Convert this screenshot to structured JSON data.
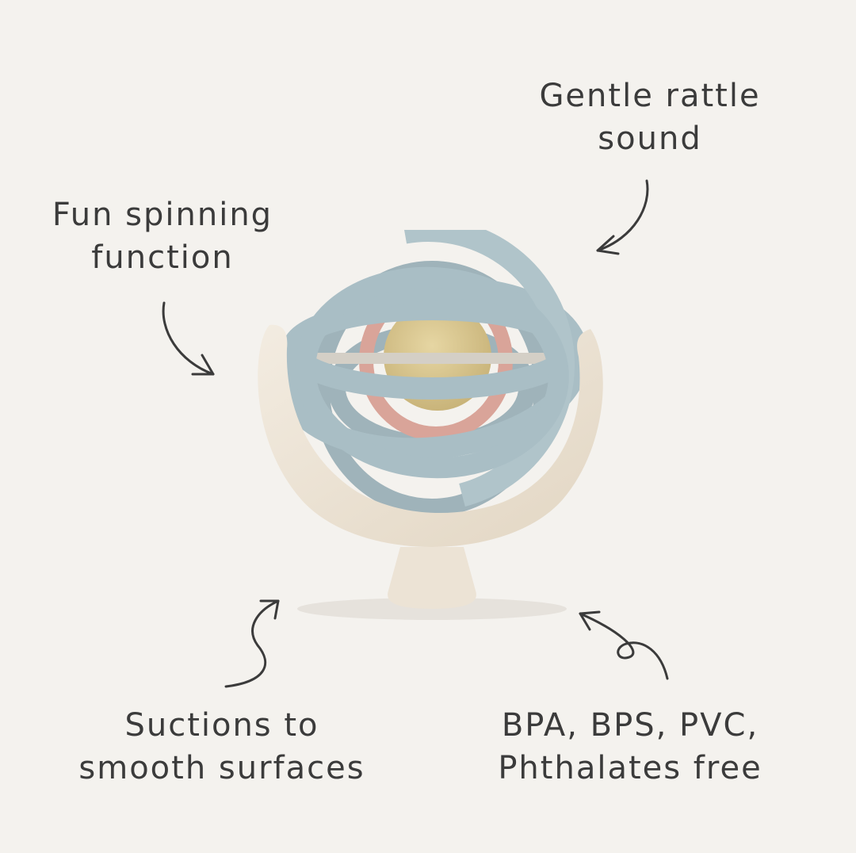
{
  "callouts": {
    "rattle": {
      "line1": "Gentle rattle",
      "line2": "sound"
    },
    "spinning": {
      "line1": "Fun spinning",
      "line2": "function"
    },
    "suction": {
      "line1": "Suctions to",
      "line2": "smooth surfaces"
    },
    "materials": {
      "line1": "BPA, BPS, PVC,",
      "line2": "Phthalates free"
    }
  },
  "colors": {
    "background": "#f4f2ee",
    "ink": "#3b3b3b",
    "ring_blue": "#a9bec5",
    "ring_pink": "#d9a499",
    "ball_yellow": "#d8c48d",
    "base_cream": "#ede3d4"
  },
  "icons": [
    "arrow-rattle-icon",
    "arrow-spinning-icon",
    "arrow-suction-icon",
    "arrow-materials-icon"
  ]
}
